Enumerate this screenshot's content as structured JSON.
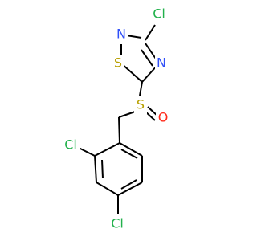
{
  "molecule": {
    "atoms": {
      "cl_top": {
        "label": "Cl",
        "color": "#22b14c"
      },
      "n_left": {
        "label": "N",
        "color": "#3050f8"
      },
      "n_right": {
        "label": "N",
        "color": "#3050f8"
      },
      "s_ring": {
        "label": "S",
        "color": "#b8a000"
      },
      "s_sulfinyl": {
        "label": "S",
        "color": "#b8a000"
      },
      "o_sulfinyl": {
        "label": "O",
        "color": "#ff2a1a"
      },
      "cl_ortho": {
        "label": "Cl",
        "color": "#22b14c"
      },
      "cl_para": {
        "label": "Cl",
        "color": "#22b14c"
      }
    },
    "bond_color": "#000000"
  }
}
